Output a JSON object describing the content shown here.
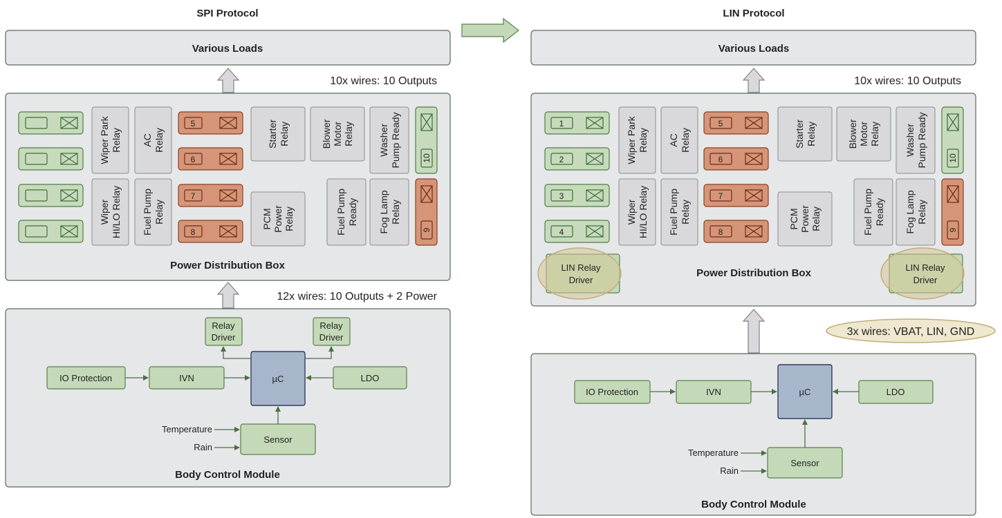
{
  "spi": {
    "title": "SPI Protocol",
    "loads": "Various Loads",
    "wires_top": "10x wires: 10 Outputs",
    "wires_mid": "12x wires: 10 Outputs + 2 Power",
    "pdb": "Power Distribution Box",
    "relay_driver": [
      "Relay",
      "Driver"
    ],
    "relays": {
      "wiper_park": [
        "Wiper Park",
        "Relay"
      ],
      "ac": [
        "AC",
        "Relay"
      ],
      "wiper_hilo": [
        "Wiper",
        "HI/LO Relay"
      ],
      "fuel_pump": [
        "Fuel Pump",
        "Relay"
      ],
      "starter": [
        "Starter",
        "Relay"
      ],
      "blower": [
        "Blower",
        "Motor",
        "Relay"
      ],
      "washer": [
        "Washer",
        "Pump Ready"
      ],
      "pcm": [
        "PCM",
        "Power",
        "Relay"
      ],
      "fuel_ready": [
        "Fuel Pump",
        "Ready"
      ],
      "fog": [
        "Fog Lamp",
        "Relay"
      ]
    },
    "numbers": [
      "5",
      "6",
      "7",
      "8",
      "9",
      "10"
    ],
    "bcm": {
      "title": "Body Control Module",
      "io": "IO Protection",
      "ivn": "IVN",
      "uc": "µC",
      "ldo": "LDO",
      "sensor": "Sensor",
      "temp": "Temperature",
      "rain": "Rain"
    }
  },
  "lin": {
    "title": "LIN Protocol",
    "loads": "Various Loads",
    "wires_top": "10x wires: 10 Outputs",
    "wires_bottom": "3x wires: VBAT, LIN, GND",
    "pdb": "Power Distribution Box",
    "lin_driver": [
      "LIN Relay",
      "Driver"
    ],
    "relays": {
      "wiper_park": [
        "Wiper Park",
        "Relay"
      ],
      "ac": [
        "AC",
        "Relay"
      ],
      "wiper_hilo": [
        "Wiper",
        "HI/LO Relay"
      ],
      "fuel_pump": [
        "Fuel Pump",
        "Relay"
      ],
      "starter": [
        "Starter",
        "Relay"
      ],
      "blower": [
        "Blower",
        "Motor",
        "Relay"
      ],
      "washer": [
        "Washer",
        "Pump Ready"
      ],
      "pcm": [
        "PCM",
        "Power",
        "Relay"
      ],
      "fuel_ready": [
        "Fuel Pump",
        "Ready"
      ],
      "fog": [
        "Fog Lamp",
        "Relay"
      ]
    },
    "numbers": [
      "1",
      "2",
      "3",
      "4",
      "5",
      "6",
      "7",
      "8",
      "9",
      "10"
    ],
    "bcm": {
      "title": "Body Control Module",
      "io": "IO Protection",
      "ivn": "IVN",
      "uc": "µC",
      "ldo": "LDO",
      "sensor": "Sensor",
      "temp": "Temperature",
      "rain": "Rain"
    }
  }
}
